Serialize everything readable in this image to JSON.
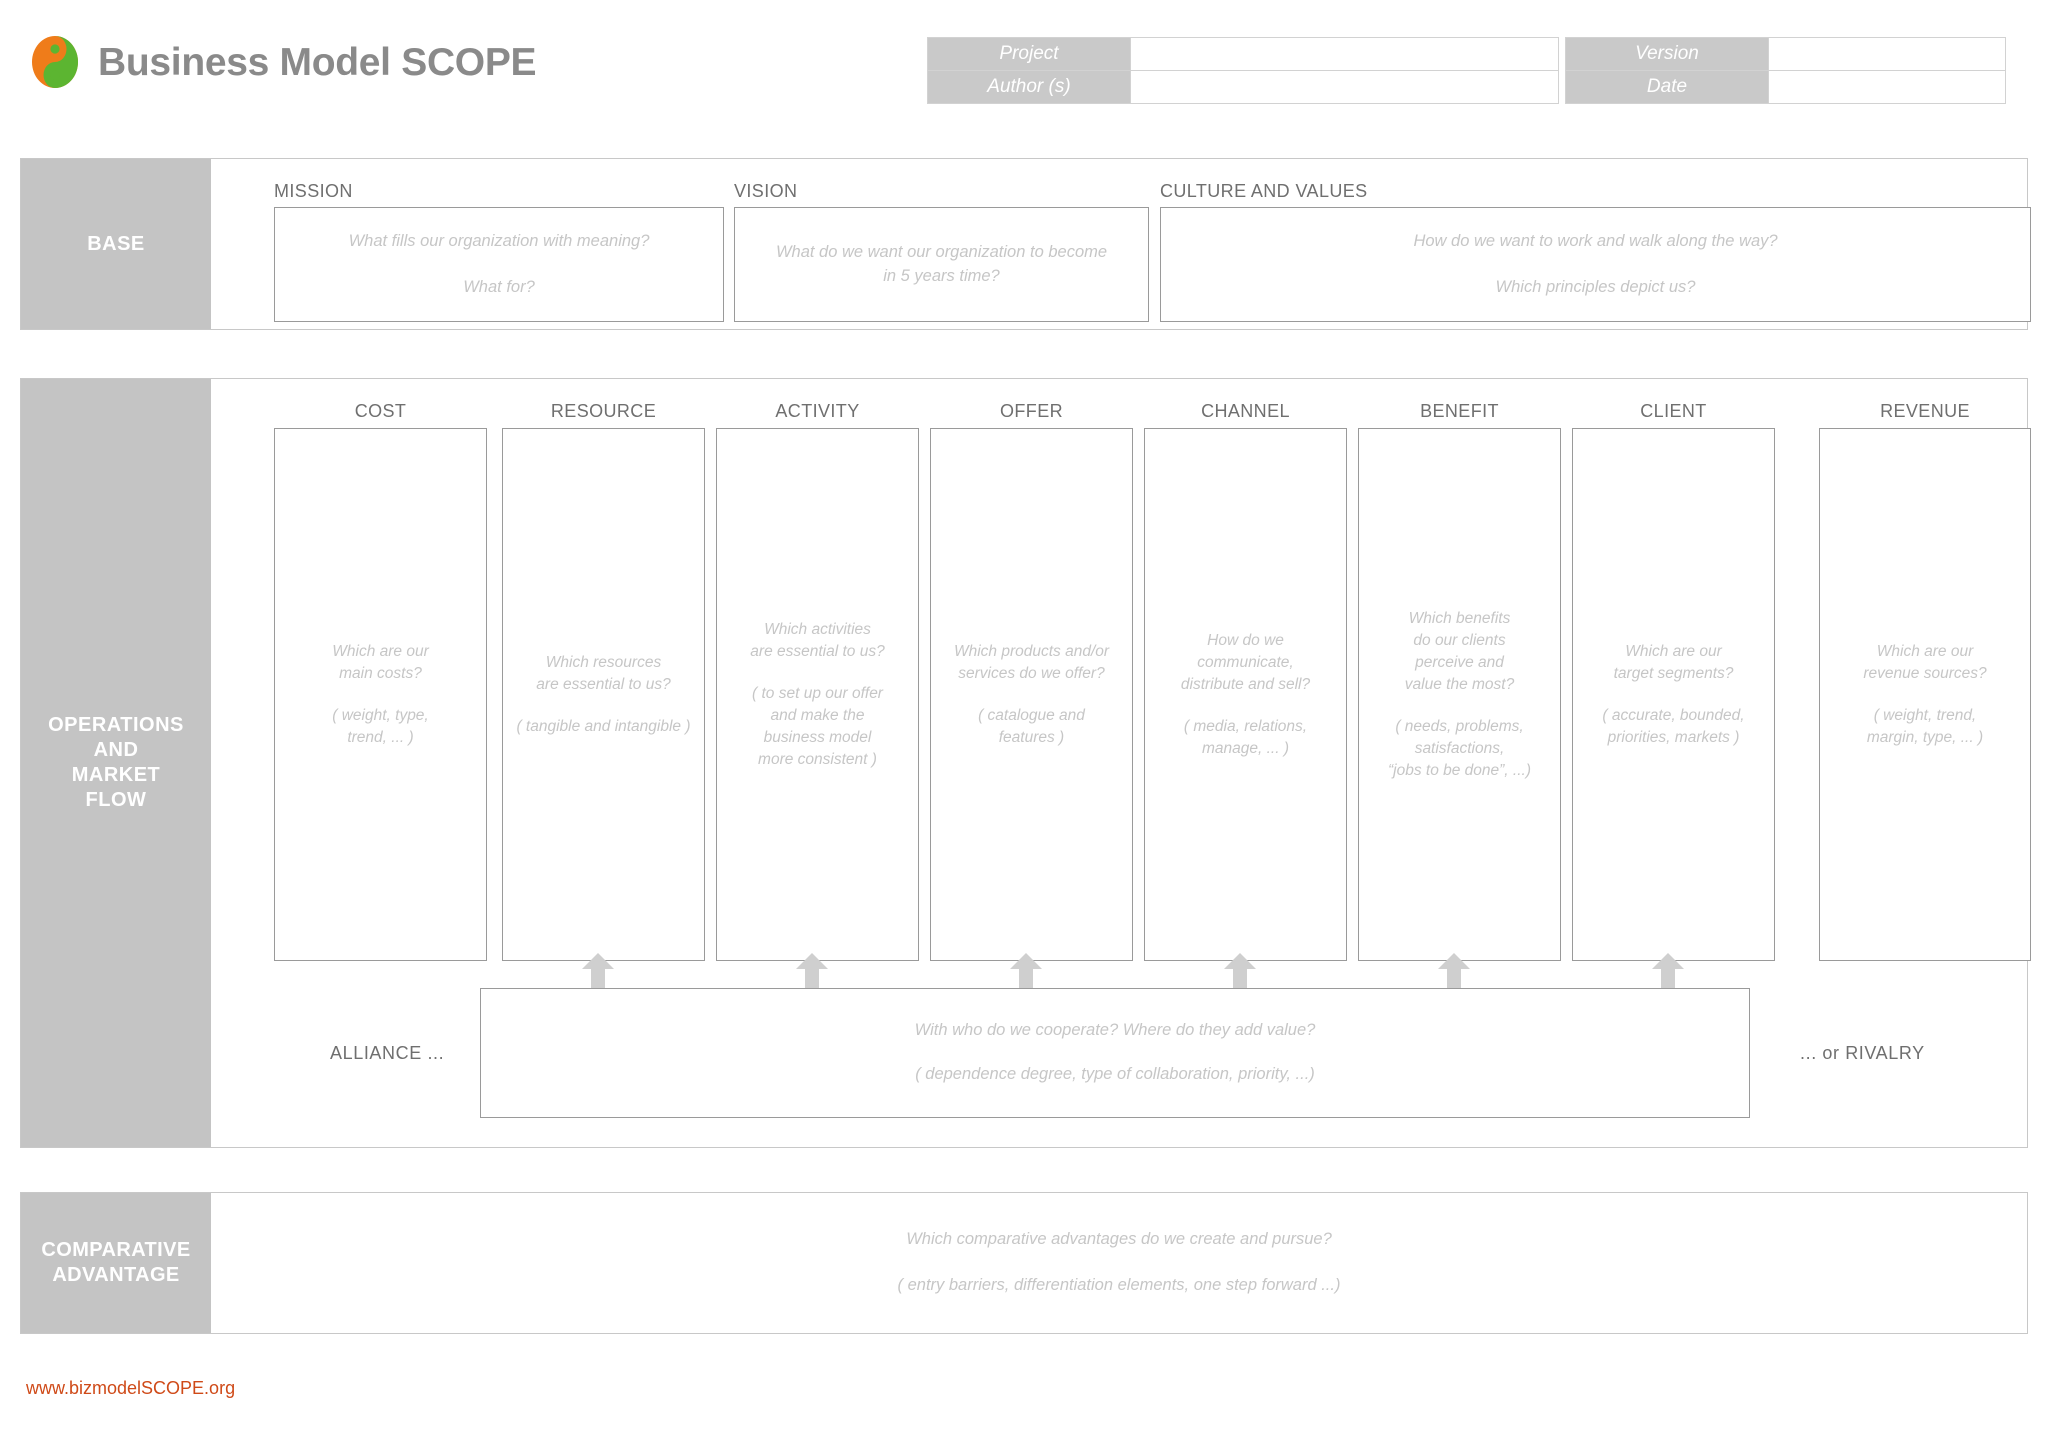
{
  "header": {
    "app_title": "Business Model SCOPE",
    "logo_icon": "yin-yang-icon",
    "logo_colors": {
      "orange": "#ef7c1a",
      "green": "#5cb531"
    },
    "meta_left": [
      {
        "label": "Project",
        "value": ""
      },
      {
        "label": "Author (s)",
        "value": ""
      }
    ],
    "meta_right": [
      {
        "label": "Version",
        "value": ""
      },
      {
        "label": "Date",
        "value": ""
      }
    ]
  },
  "base": {
    "sidebar_label": "BASE",
    "fields": [
      {
        "title": "MISSION",
        "prompt": "What fills our organization with meaning?",
        "sub": "What for?"
      },
      {
        "title": "VISION",
        "prompt": "What do we want our organization to become\nin 5 years time?",
        "sub": ""
      },
      {
        "title": "CULTURE  AND  VALUES",
        "prompt": "How do we want to work and walk along the way?",
        "sub": "Which principles depict us?"
      }
    ]
  },
  "operations": {
    "sidebar_label": "OPERATIONS\nAND\nMARKET\nFLOW",
    "columns": [
      {
        "title": "COST",
        "prompt": "Which are our\nmain costs?",
        "sub": "( weight, type,\ntrend, ... )"
      },
      {
        "title": "RESOURCE",
        "prompt": "Which resources\nare essential to us?",
        "sub": "( tangible and intangible )"
      },
      {
        "title": "ACTIVITY",
        "prompt": "Which activities\nare essential to us?",
        "sub": "( to set up our offer\nand make the\nbusiness model\nmore consistent )"
      },
      {
        "title": "OFFER",
        "prompt": "Which products and/or\nservices do we offer?",
        "sub": "( catalogue and\nfeatures )"
      },
      {
        "title": "CHANNEL",
        "prompt": "How do we\ncommunicate,\ndistribute and sell?",
        "sub": "( media, relations,\nmanage, ... )"
      },
      {
        "title": "BENEFIT",
        "prompt": "Which benefits\ndo our clients\nperceive and\nvalue the most?",
        "sub": "( needs, problems,\nsatisfactions,\n“jobs to be done”, ...)"
      },
      {
        "title": "CLIENT",
        "prompt": "Which are our\ntarget segments?",
        "sub": "( accurate, bounded,\npriorities, markets )"
      },
      {
        "title": "REVENUE",
        "prompt": "Which are our\nrevenue sources?",
        "sub": "( weight, trend,\nmargin, type, ... )"
      }
    ],
    "alliance": {
      "left_label": "ALLIANCE ...",
      "right_label": "...  or  RIVALRY",
      "prompt": "With who do we cooperate?  Where do they add value?",
      "sub": "( dependence degree, type of collaboration, priority, ...)",
      "arrow_icon": "double-arrow-vertical-icon",
      "arrow_count": 6
    }
  },
  "comparative_advantage": {
    "sidebar_label": "COMPARATIVE\nADVANTAGE",
    "prompt": "Which comparative advantages do we create and pursue?",
    "sub": "( entry barriers, differentiation elements, one step forward ...)"
  },
  "footer": {
    "url": "www.bizmodelSCOPE.org"
  }
}
